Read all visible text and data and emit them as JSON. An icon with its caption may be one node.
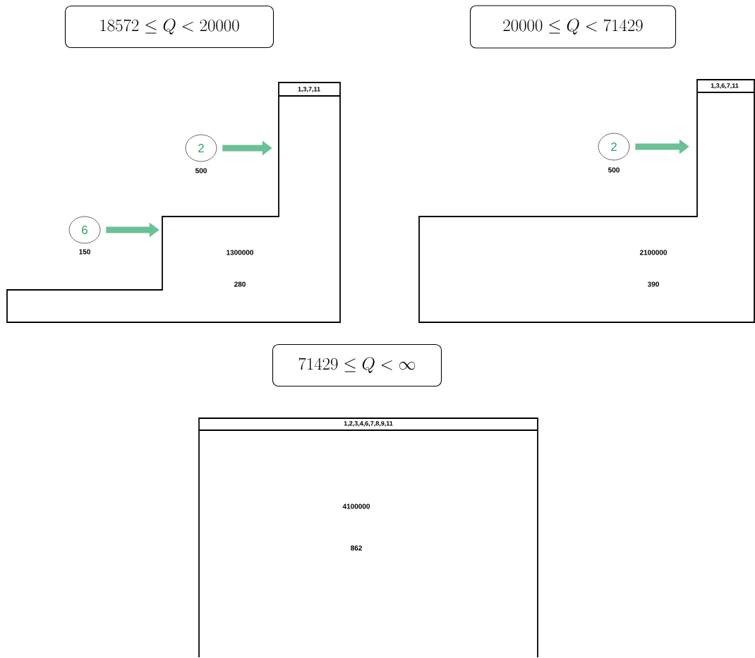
{
  "diagram": {
    "nodes": [
      {
        "text": [
          "18572 \\le Q < 20000"
        ]
      },
      {
        "text": [
          "1,3,7,11",
          "1300000",
          "280"
        ]
      },
      {
        "text": [
          "6"
        ]
      },
      {
        "text": [
          "2"
        ]
      },
      {
        "text": [
          "20000 \\le Q < 71429"
        ]
      },
      {
        "text": [
          "1,3,6,7,11",
          "2100000",
          "390"
        ]
      },
      {
        "text": [
          "2"
        ]
      },
      {
        "text": [
          "71429 \\le Q < \\infty"
        ]
      },
      {
        "text": [
          "1,2,3,4,6,7,8,9,11",
          "4100000",
          "862"
        ]
      }
    ],
    "edges": [
      {
        "from": 2,
        "to": 1,
        "arrow": "to"
      },
      {
        "from": 3,
        "to": 1,
        "arrow": "to"
      },
      {
        "from": 6,
        "to": 5,
        "arrow": "to"
      }
    ],
    "labels": [
      "500",
      "150",
      "500"
    ]
  }
}
